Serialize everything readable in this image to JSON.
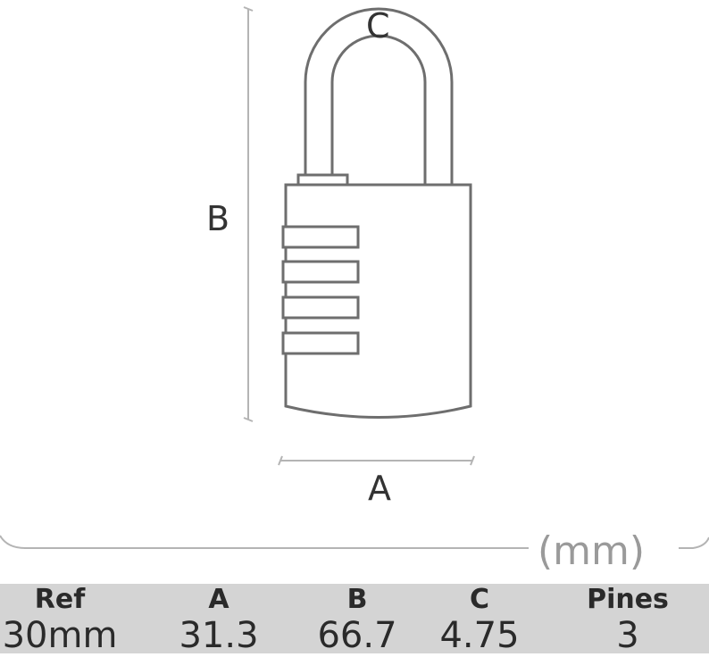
{
  "dimension_labels": {
    "width": "A",
    "height": "B",
    "shackle": "C"
  },
  "unit": "(mm)",
  "spec_table": {
    "headers": [
      "Ref",
      "A",
      "B",
      "C",
      "Pines"
    ],
    "row": [
      "30mm",
      "31.3",
      "66.7",
      "4.75",
      "3"
    ]
  }
}
